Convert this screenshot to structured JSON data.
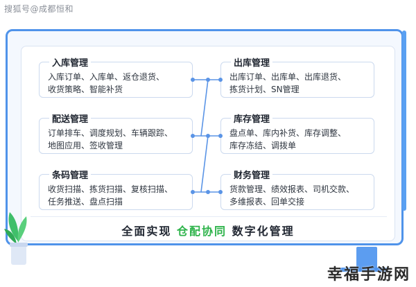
{
  "watermark": "搜狐号@成都恒和",
  "brand": "幸福手游网",
  "modules": {
    "inbound": {
      "title": "入库管理",
      "lines": [
        "入库订单、入库单、返仓退货、",
        "收货策略、智能补货"
      ]
    },
    "delivery": {
      "title": "配送管理",
      "lines": [
        "订单排车、调度规划、车辆跟踪、",
        "地图应用、签收管理"
      ]
    },
    "barcode": {
      "title": "条码管理",
      "lines": [
        "收货扫描、拣货扫描、复核扫描、",
        "任务推送、盘点扫描"
      ]
    },
    "outbound": {
      "title": "出库管理",
      "lines": [
        "出库订单、出库单、出库退货、",
        "拣货计划、SN管理"
      ]
    },
    "inventory": {
      "title": "库存管理",
      "lines": [
        "盘点单、库内补货、库存调整、",
        "库存冻结、调拨单"
      ]
    },
    "finance": {
      "title": "财务管理",
      "lines": [
        "货款管理、绩效报表、司机交款、",
        "多维报表、回单交接"
      ]
    }
  },
  "bottom": {
    "prefix": "全面实现",
    "highlight": "仓配协同",
    "suffix": "数字化管理"
  },
  "colors": {
    "accent": "#4f93ea",
    "highlight": "#2db34a",
    "connector": "#5a94e6"
  },
  "icons": {
    "plant": "plant-icon",
    "monitor_stand": "monitor-stand-icon"
  }
}
